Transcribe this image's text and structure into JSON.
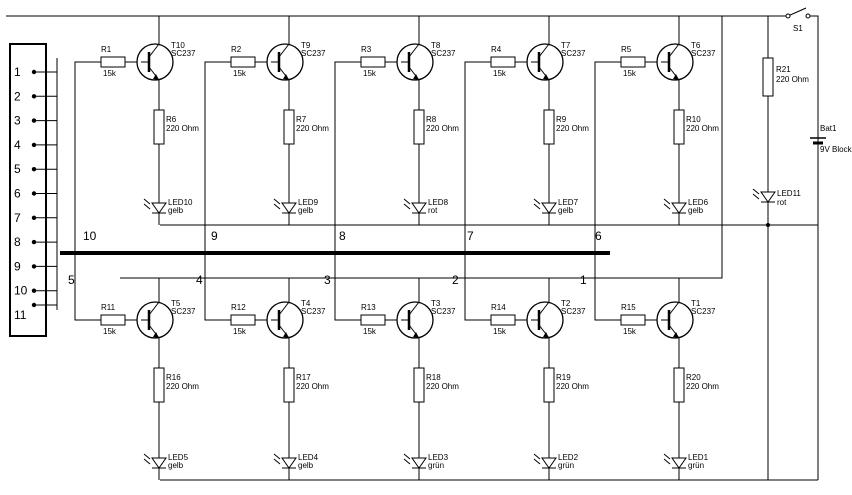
{
  "connector": {
    "pins": [
      "1",
      "2",
      "3",
      "4",
      "5",
      "6",
      "7",
      "8",
      "9",
      "10",
      "11"
    ]
  },
  "bus_labels": {
    "top": [
      "10",
      "9",
      "8",
      "7",
      "6"
    ],
    "bottom": [
      "5",
      "4",
      "3",
      "2",
      "1"
    ]
  },
  "top_stages": [
    {
      "r_name": "R1",
      "r_val": "15k",
      "t_name": "T10",
      "t_type": "SC237",
      "rc_name": "R6",
      "rc_val": "220 Ohm",
      "led_name": "LED10",
      "led_color": "gelb"
    },
    {
      "r_name": "R2",
      "r_val": "15k",
      "t_name": "T9",
      "t_type": "SC237",
      "rc_name": "R7",
      "rc_val": "220 Ohm",
      "led_name": "LED9",
      "led_color": "gelb"
    },
    {
      "r_name": "R3",
      "r_val": "15k",
      "t_name": "T8",
      "t_type": "SC237",
      "rc_name": "R8",
      "rc_val": "220 Ohm",
      "led_name": "LED8",
      "led_color": "rot"
    },
    {
      "r_name": "R4",
      "r_val": "15k",
      "t_name": "T7",
      "t_type": "SC237",
      "rc_name": "R9",
      "rc_val": "220 Ohm",
      "led_name": "LED7",
      "led_color": "gelb"
    },
    {
      "r_name": "R5",
      "r_val": "15k",
      "t_name": "T6",
      "t_type": "SC237",
      "rc_name": "R10",
      "rc_val": "220 Ohm",
      "led_name": "LED6",
      "led_color": "gelb"
    }
  ],
  "bottom_stages": [
    {
      "r_name": "R11",
      "r_val": "15k",
      "t_name": "T5",
      "t_type": "SC237",
      "rc_name": "R16",
      "rc_val": "220 Ohm",
      "led_name": "LED5",
      "led_color": "gelb"
    },
    {
      "r_name": "R12",
      "r_val": "15k",
      "t_name": "T4",
      "t_type": "SC237",
      "rc_name": "R17",
      "rc_val": "220 Ohm",
      "led_name": "LED4",
      "led_color": "gelb"
    },
    {
      "r_name": "R13",
      "r_val": "15k",
      "t_name": "T3",
      "t_type": "SC237",
      "rc_name": "R18",
      "rc_val": "220 Ohm",
      "led_name": "LED3",
      "led_color": "grün"
    },
    {
      "r_name": "R14",
      "r_val": "15k",
      "t_name": "T2",
      "t_type": "SC237",
      "rc_name": "R19",
      "rc_val": "220 Ohm",
      "led_name": "LED2",
      "led_color": "grün"
    },
    {
      "r_name": "R15",
      "r_val": "15k",
      "t_name": "T1",
      "t_type": "SC237",
      "rc_name": "R20",
      "rc_val": "220 Ohm",
      "led_name": "LED1",
      "led_color": "grün"
    }
  ],
  "power": {
    "switch_name": "S1",
    "r_name": "R21",
    "r_val": "220 Ohm",
    "led_name": "LED11",
    "led_color": "rot",
    "bat_name": "Bat1",
    "bat_val": "9V Block"
  }
}
